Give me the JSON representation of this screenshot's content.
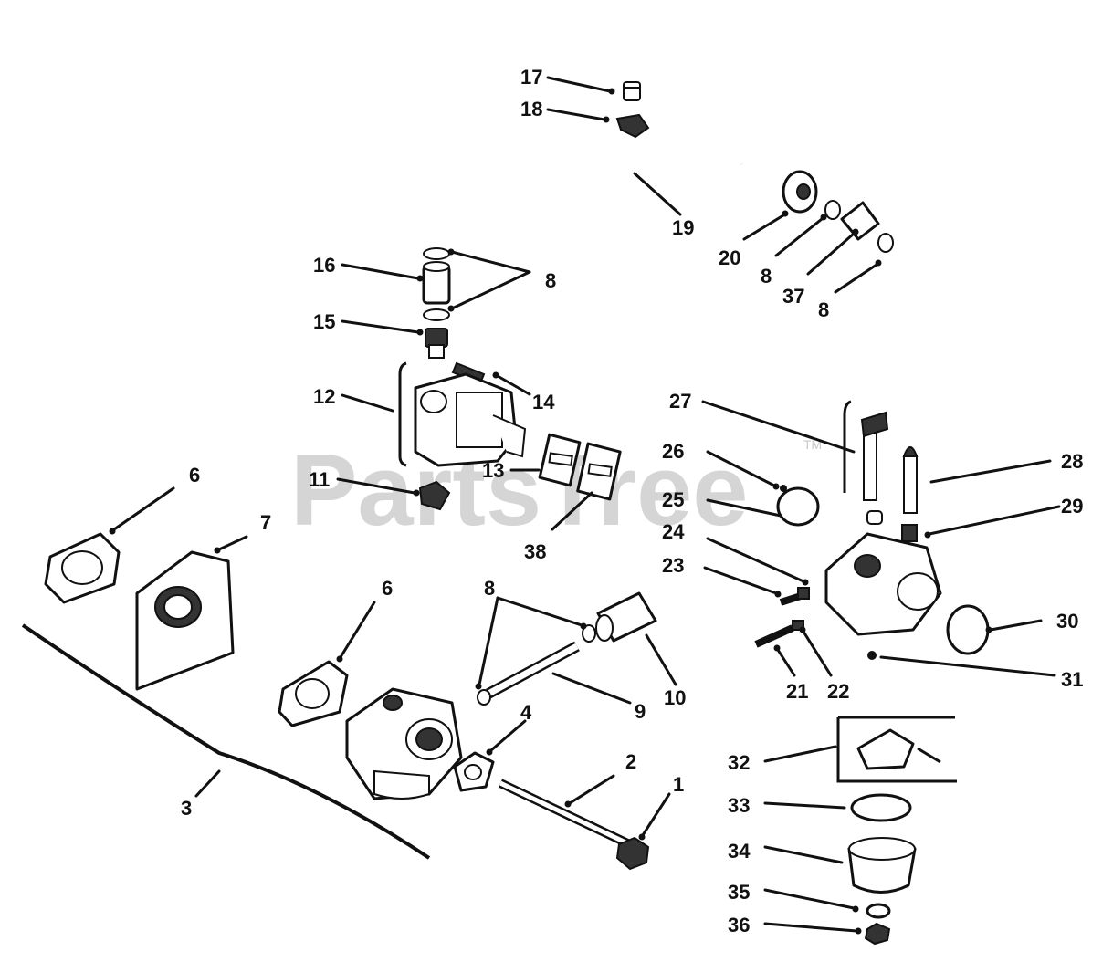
{
  "watermark": {
    "text": "PartsTree",
    "trademark": "TM"
  },
  "callouts": [
    {
      "id": "c1",
      "label": "1"
    },
    {
      "id": "c2",
      "label": "2"
    },
    {
      "id": "c3",
      "label": "3"
    },
    {
      "id": "c4",
      "label": "4"
    },
    {
      "id": "c6a",
      "label": "6"
    },
    {
      "id": "c6b",
      "label": "6"
    },
    {
      "id": "c7",
      "label": "7"
    },
    {
      "id": "c8a",
      "label": "8"
    },
    {
      "id": "c8b",
      "label": "8"
    },
    {
      "id": "c8c",
      "label": "8"
    },
    {
      "id": "c8d",
      "label": "8"
    },
    {
      "id": "c9",
      "label": "9"
    },
    {
      "id": "c10",
      "label": "10"
    },
    {
      "id": "c11",
      "label": "11"
    },
    {
      "id": "c12",
      "label": "12"
    },
    {
      "id": "c13",
      "label": "13"
    },
    {
      "id": "c14",
      "label": "14"
    },
    {
      "id": "c15",
      "label": "15"
    },
    {
      "id": "c16",
      "label": "16"
    },
    {
      "id": "c17",
      "label": "17"
    },
    {
      "id": "c18",
      "label": "18"
    },
    {
      "id": "c19",
      "label": "19"
    },
    {
      "id": "c20",
      "label": "20"
    },
    {
      "id": "c21",
      "label": "21"
    },
    {
      "id": "c22",
      "label": "22"
    },
    {
      "id": "c23",
      "label": "23"
    },
    {
      "id": "c24",
      "label": "24"
    },
    {
      "id": "c25",
      "label": "25"
    },
    {
      "id": "c26",
      "label": "26"
    },
    {
      "id": "c27",
      "label": "27"
    },
    {
      "id": "c28",
      "label": "28"
    },
    {
      "id": "c29",
      "label": "29"
    },
    {
      "id": "c30",
      "label": "30"
    },
    {
      "id": "c31",
      "label": "31"
    },
    {
      "id": "c32",
      "label": "32"
    },
    {
      "id": "c33",
      "label": "33"
    },
    {
      "id": "c34",
      "label": "34"
    },
    {
      "id": "c35",
      "label": "35"
    },
    {
      "id": "c36",
      "label": "36"
    },
    {
      "id": "c37",
      "label": "37"
    },
    {
      "id": "c38",
      "label": "38"
    }
  ]
}
